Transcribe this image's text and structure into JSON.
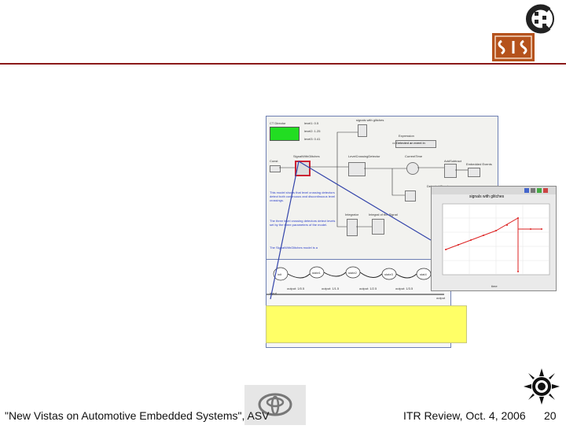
{
  "header": {
    "logo_right_top": "C",
    "logo_right_bottom": "SIS"
  },
  "model": {
    "ct_director": "CT Director",
    "levels": [
      "level1: 0.5",
      "level2: 1.25",
      "level3: 0.41"
    ],
    "signals_label": "signals with glitches",
    "expression_label": "Expression",
    "expression_value": "Detected an event in",
    "const_label": "Const",
    "signal_block": "SignalWithGlitches",
    "level_detector": "LevelCrossingDetector",
    "current_time": "CurrentTime",
    "add_subtract": "AddSubtract",
    "embedded_events": "Embedded Events",
    "detected_events": "Detected Events",
    "integrator": "Integrator",
    "integrator_signal": "Integral of the Signal",
    "desc1": "This model shows that level crossing detectors detect both continuous and discontinuous level crossings.",
    "desc2": "The three level crossing detectors detect levels set by the three parameters of the model.",
    "desc3": "The SignalWithGlitches model is a"
  },
  "states": [
    "init",
    "state1",
    "state2",
    "state3",
    "stat4"
  ],
  "transitions": [
    "output: 1/0.5",
    "output: 1/1.5",
    "output: 1/2.5",
    "output: 1/3.5"
  ],
  "io": {
    "input": "input",
    "output": "output"
  },
  "plot": {
    "title": "signals with glitches",
    "xlabel": "time"
  },
  "footer": {
    "left": "\"New Vistas on Automotive Embedded Systems\", ASV",
    "mid": "ITR Review, Oct. 4, 2006",
    "page": "20"
  }
}
